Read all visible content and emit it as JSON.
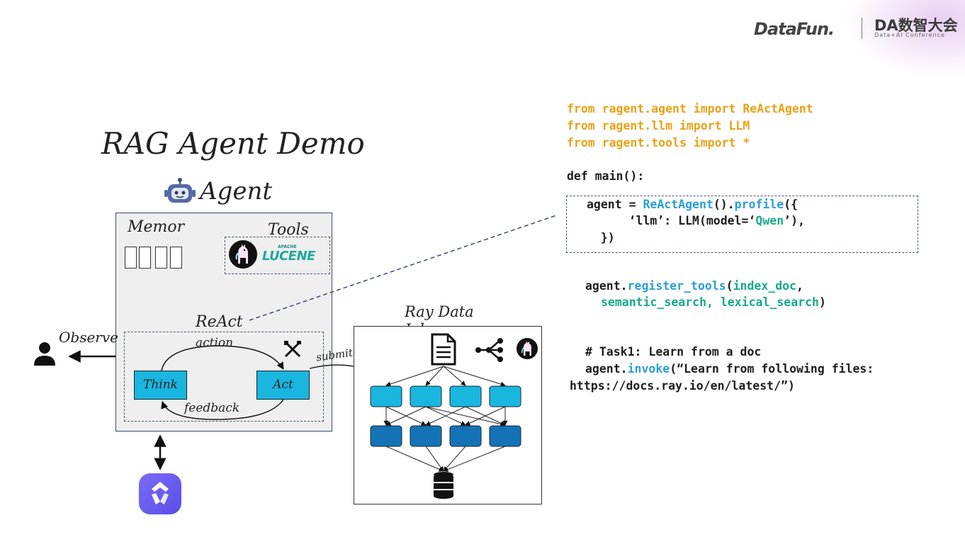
{
  "brand": {
    "datafun": "DataFun.",
    "da_title": "DA数智大会",
    "da_subtitle": "Data+AI Conference"
  },
  "title": "RAG Agent Demo",
  "agent": {
    "label": "Agent",
    "icon": "robot-icon",
    "memory_label": "Memor",
    "tools_label": "Tools",
    "lucene_small": "APACHE",
    "lucene_text": "LUCENE",
    "react_label": "ReAct",
    "think_label": "Think",
    "act_label": "Act",
    "action_label": "action",
    "feedback_label": "feedback",
    "tools_icon": "crossed-tools-icon"
  },
  "observe_label": "Observe",
  "submit_label": "submit",
  "ray_job": {
    "label_line1": "Ray Data",
    "label_line2": "Job",
    "doc_icon": "document-icon",
    "graph_icon": "graph-nodes-icon",
    "llama_icon": "llama-icon",
    "db_icon": "database-icon"
  },
  "colors": {
    "node_light": "#19b6df",
    "node_dark": "#1473b6",
    "code_orange": "#e8a21a",
    "code_blue": "#2a9fd6",
    "code_teal": "#19a987",
    "frame": "#3d4b70"
  },
  "code": {
    "import1": "from ragent.agent import ReActAgent",
    "import2": "from ragent.llm import LLM",
    "import3": "from ragent.tools import *",
    "def_main": "def main():",
    "l_agent_a": "agent = ",
    "l_agent_b": "ReActAgent",
    "l_agent_c": "().",
    "l_agent_d": "profile",
    "l_agent_e": "({",
    "l_llm_a": "      ‘llm’: LLM(model=‘",
    "l_llm_b": "Qwen",
    "l_llm_c": "’),",
    "l_close": "  })",
    "reg_a": "agent.",
    "reg_b": "register_tools",
    "reg_c": "(",
    "reg_d": "index_doc",
    "reg_e": ",",
    "reg2_a": "semantic_search, lexical_search",
    "reg2_b": ")",
    "task_comment": "# Task1: Learn from a doc",
    "inv_a": "agent.",
    "inv_b": "invoke",
    "inv_c": "(“Learn from following files:",
    "inv2": "https://docs.ray.io/en/latest/”)"
  }
}
